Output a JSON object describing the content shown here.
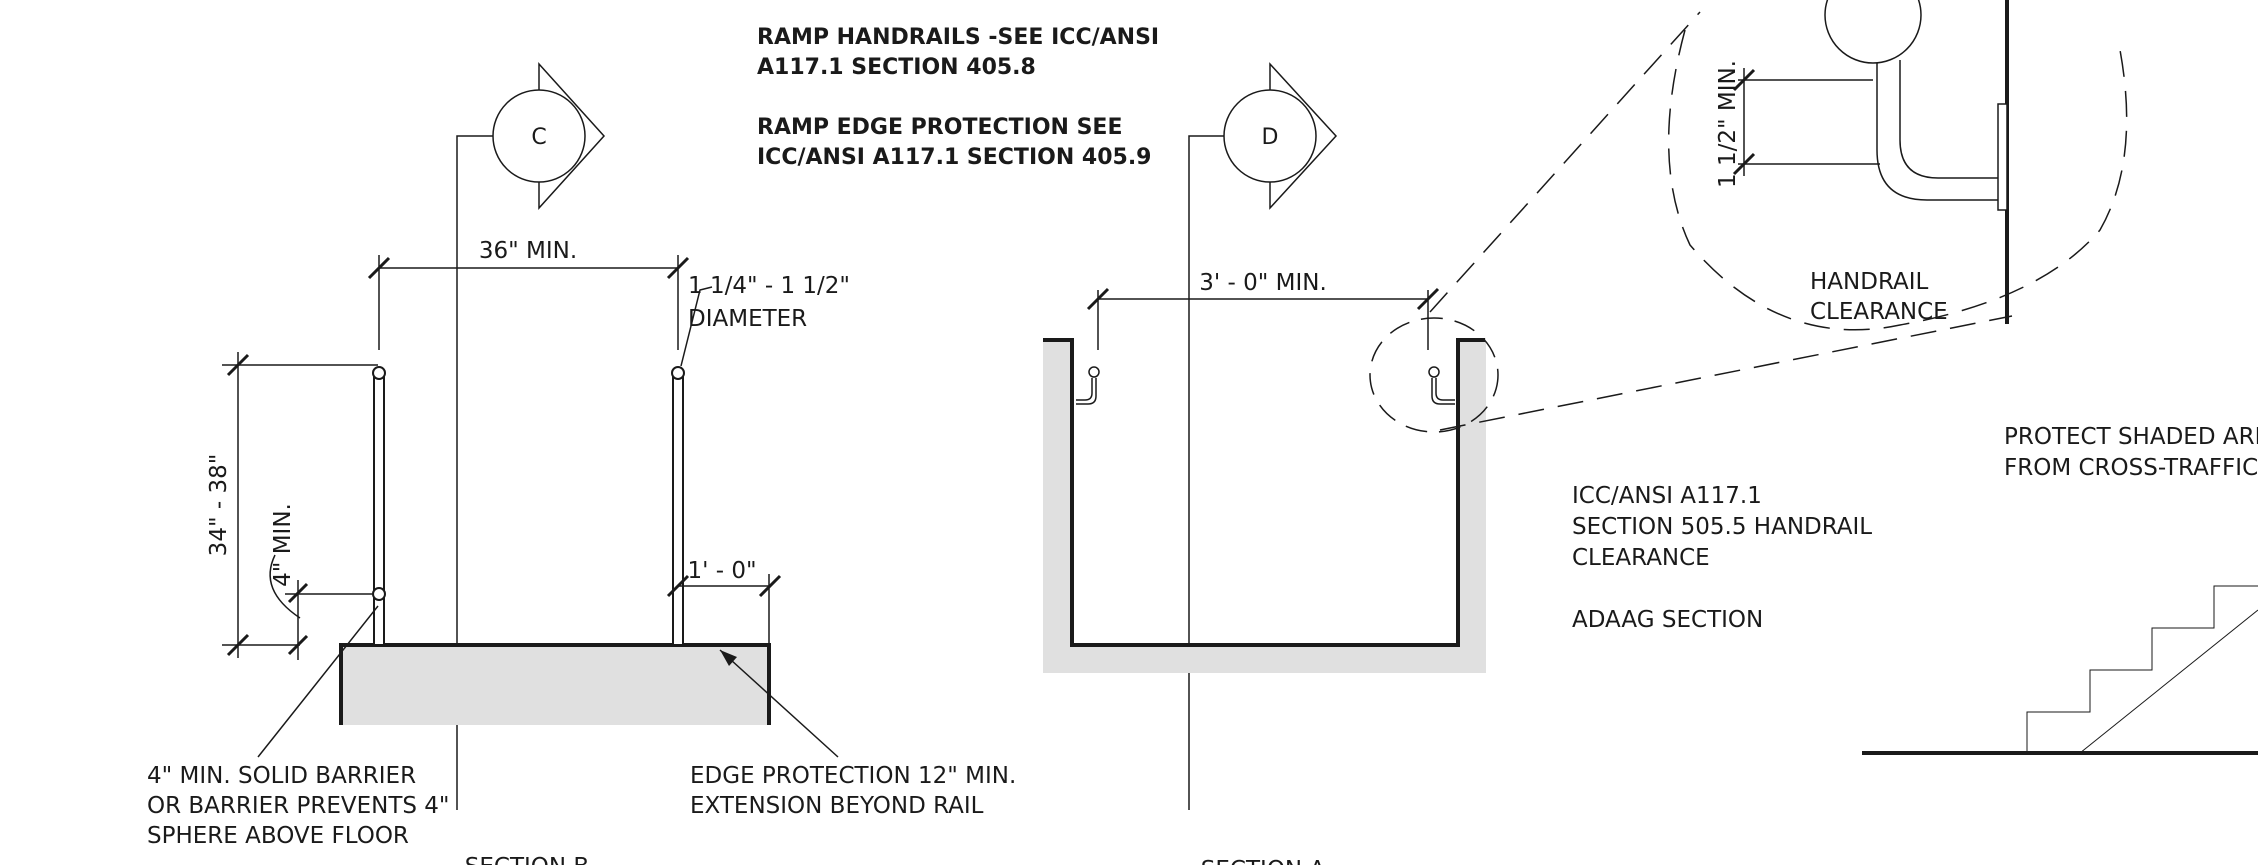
{
  "general_notes": {
    "ramp_handrails": [
      "RAMP  HANDRAILS -SEE ICC/ANSI",
      "A117.1 SECTION 405.8"
    ],
    "ramp_edge_protection": [
      "RAMP EDGE PROTECTION SEE",
      "ICC/ANSI A117.1 SECTION 405.9"
    ]
  },
  "section_markers": {
    "left": "C",
    "right": "D"
  },
  "section_b": {
    "title": "SECTION B",
    "width_dim": "36\" MIN.",
    "diameter_note": [
      "1 1/4\" - 1 1/2\"",
      "DIAMETER"
    ],
    "height_dim": "34\" - 38\"",
    "low_rail_dim": "4\" MIN.",
    "extension_dim": "1' - 0\"",
    "barrier_note": [
      "4\" MIN. SOLID BARRIER",
      "OR BARRIER PREVENTS 4\"",
      "SPHERE ABOVE FLOOR"
    ],
    "edge_note": [
      "EDGE PROTECTION 12\" MIN.",
      "EXTENSION BEYOND RAIL"
    ]
  },
  "section_a": {
    "title": "SECTION A",
    "width_dim": "3' - 0\" MIN."
  },
  "detail": {
    "clearance_dim": "1 1/2\" MIN.",
    "label": [
      "HANDRAIL",
      "CLEARANCE"
    ],
    "reference": [
      "ICC/ANSI A117.1",
      "SECTION 505.5 HANDRAIL",
      "CLEARANCE"
    ],
    "adaag": "ADAAG SECTION"
  },
  "stair": {
    "note": [
      "PROTECT SHADED AREA",
      "FROM CROSS-TRAFFIC"
    ]
  }
}
